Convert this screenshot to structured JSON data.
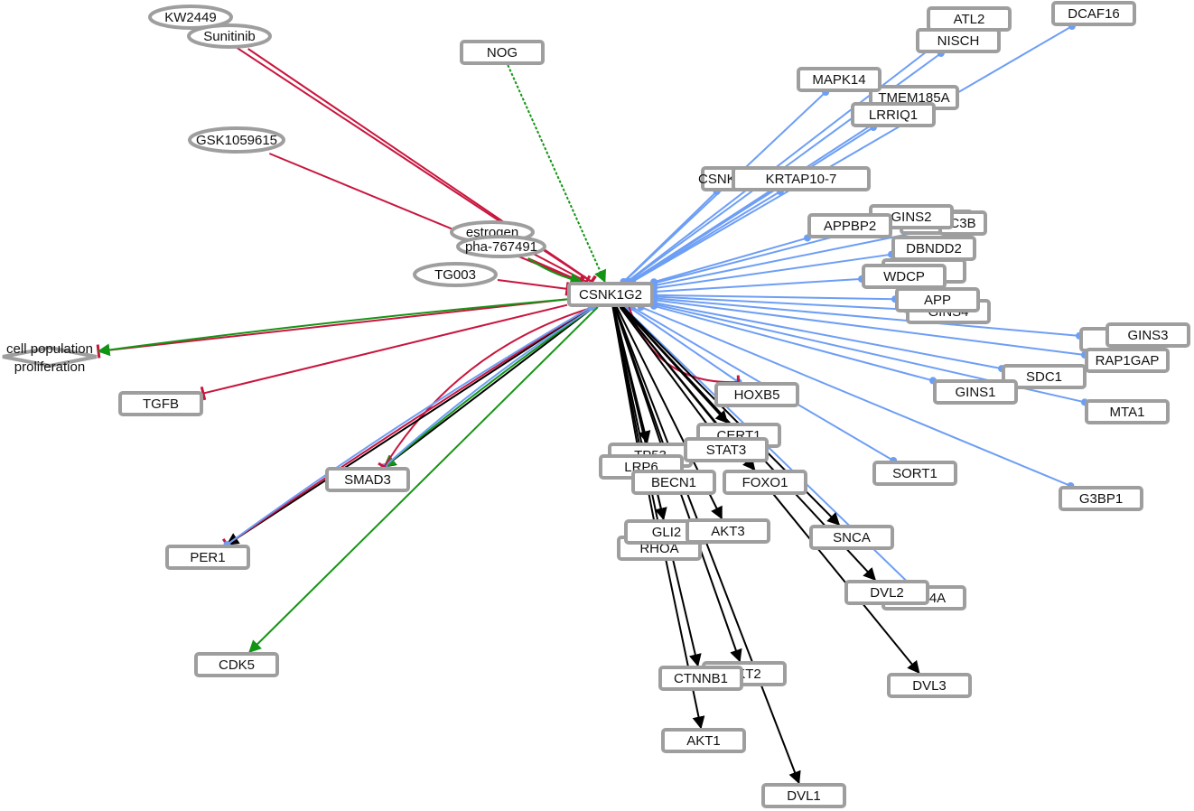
{
  "colors": {
    "inhibit": "#c8163e",
    "activate": "#149414",
    "binding": "#6d9ef5",
    "regulate": "#000000",
    "node_border": "#9e9e9e"
  },
  "network": {
    "nodes": [
      {
        "id": "CSNK1G2",
        "label": "CSNK1G2",
        "shape": "rect"
      },
      {
        "id": "KW2449",
        "label": "KW2449",
        "shape": "ellipse"
      },
      {
        "id": "Sunitinib",
        "label": "Sunitinib",
        "shape": "ellipse"
      },
      {
        "id": "GSK1059615",
        "label": "GSK1059615",
        "shape": "ellipse"
      },
      {
        "id": "estrogen",
        "label": "estrogen",
        "shape": "ellipse"
      },
      {
        "id": "pha767491",
        "label": "pha-767491",
        "shape": "ellipse"
      },
      {
        "id": "TG003",
        "label": "TG003",
        "shape": "ellipse"
      },
      {
        "id": "cellpop",
        "label": "cell population",
        "label2": "proliferation",
        "shape": "diamond"
      },
      {
        "id": "TGFB",
        "label": "TGFB",
        "shape": "rect"
      },
      {
        "id": "NOG",
        "label": "NOG",
        "shape": "rect"
      },
      {
        "id": "SMAD3",
        "label": "SMAD3",
        "shape": "rect"
      },
      {
        "id": "PER1",
        "label": "PER1",
        "shape": "rect"
      },
      {
        "id": "CDK5",
        "label": "CDK5",
        "shape": "rect"
      },
      {
        "id": "ATL2",
        "label": "ATL2",
        "shape": "rect"
      },
      {
        "id": "DCAF16",
        "label": "DCAF16",
        "shape": "rect"
      },
      {
        "id": "NISCH",
        "label": "NISCH",
        "shape": "rect"
      },
      {
        "id": "TMEM185A",
        "label": "TMEM185A",
        "shape": "rect"
      },
      {
        "id": "MAPK14",
        "label": "MAPK14",
        "shape": "rect"
      },
      {
        "id": "LRRIQ1",
        "label": "LRRIQ1",
        "shape": "rect"
      },
      {
        "id": "CSNK1G1",
        "label": "CSNK1G1",
        "shape": "rect"
      },
      {
        "id": "KRTAP10",
        "label": "KRTAP10-7",
        "shape": "rect"
      },
      {
        "id": "GINSC3B",
        "label": "GINS2",
        "shape": "rect",
        "hidden": true
      },
      {
        "id": "C3B",
        "label": "C3B",
        "shape": "rect"
      },
      {
        "id": "GINS2",
        "label": "GINS2",
        "shape": "rect"
      },
      {
        "id": "APPBP2",
        "label": "APPBP2",
        "shape": "rect"
      },
      {
        "id": "DBNDD2",
        "label": "DBNDD2",
        "shape": "rect"
      },
      {
        "id": "WDCPBG",
        "label": "WDCP",
        "shape": "rect",
        "hidden": true
      },
      {
        "id": "WDCP",
        "label": "WDCP",
        "shape": "rect"
      },
      {
        "id": "GINS4",
        "label": "GINS4",
        "shape": "rect"
      },
      {
        "id": "APP",
        "label": "APP",
        "shape": "rect"
      },
      {
        "id": "TM",
        "label": "TM",
        "shape": "rect"
      },
      {
        "id": "GINS3",
        "label": "GINS3",
        "shape": "rect"
      },
      {
        "id": "RAP1GAP",
        "label": "RAP1GAP",
        "shape": "rect"
      },
      {
        "id": "SDC1",
        "label": "SDC1",
        "shape": "rect"
      },
      {
        "id": "GINS1",
        "label": "GINS1",
        "shape": "rect"
      },
      {
        "id": "MTA1",
        "label": "MTA1",
        "shape": "rect"
      },
      {
        "id": "HOXB5",
        "label": "HOXB5",
        "shape": "rect"
      },
      {
        "id": "SORT1",
        "label": "SORT1",
        "shape": "rect"
      },
      {
        "id": "G3BP1",
        "label": "G3BP1",
        "shape": "rect"
      },
      {
        "id": "CERT1",
        "label": "CERT1",
        "shape": "rect"
      },
      {
        "id": "TP53",
        "label": "TP53",
        "shape": "rect"
      },
      {
        "id": "STAT3",
        "label": "STAT3",
        "shape": "rect"
      },
      {
        "id": "LRP6",
        "label": "LRP6",
        "shape": "rect"
      },
      {
        "id": "BECN1",
        "label": "BECN1",
        "shape": "rect"
      },
      {
        "id": "FOXO1",
        "label": "FOXO1",
        "shape": "rect"
      },
      {
        "id": "RHOA",
        "label": "RHOA",
        "shape": "rect"
      },
      {
        "id": "GLI2",
        "label": "GLI2",
        "shape": "rect"
      },
      {
        "id": "AKT3",
        "label": "AKT3",
        "shape": "rect"
      },
      {
        "id": "SNCA",
        "label": "SNCA",
        "shape": "rect"
      },
      {
        "id": "NR14A",
        "label": "NR14A",
        "shape": "rect"
      },
      {
        "id": "DVL2",
        "label": "DVL2",
        "shape": "rect"
      },
      {
        "id": "DVL3",
        "label": "DVL3",
        "shape": "rect"
      },
      {
        "id": "AKT2",
        "label": "AKT2",
        "shape": "rect"
      },
      {
        "id": "CTNNB1",
        "label": "CTNNB1",
        "shape": "rect"
      },
      {
        "id": "AKT1",
        "label": "AKT1",
        "shape": "rect"
      },
      {
        "id": "DVL1",
        "label": "DVL1",
        "shape": "rect"
      }
    ],
    "edges": [
      {
        "from": "KW2449",
        "to": "CSNK1G2",
        "type": "inhibit"
      },
      {
        "from": "Sunitinib",
        "to": "CSNK1G2",
        "type": "inhibit"
      },
      {
        "from": "GSK1059615",
        "to": "CSNK1G2",
        "type": "inhibit"
      },
      {
        "from": "estrogen",
        "to": "CSNK1G2",
        "type": "inhibit"
      },
      {
        "from": "pha767491",
        "to": "CSNK1G2",
        "type": "inhibit"
      },
      {
        "from": "pha767491",
        "to": "CSNK1G2",
        "type": "activate"
      },
      {
        "from": "TG003",
        "to": "CSNK1G2",
        "type": "inhibit"
      },
      {
        "from": "NOG",
        "to": "CSNK1G2",
        "type": "activate-dashed"
      },
      {
        "from": "CSNK1G2",
        "to": "cellpop",
        "type": "inhibit"
      },
      {
        "from": "CSNK1G2",
        "to": "cellpop",
        "type": "activate"
      },
      {
        "from": "CSNK1G2",
        "to": "TGFB",
        "type": "inhibit"
      },
      {
        "from": "CSNK1G2",
        "to": "SMAD3",
        "type": "regulate"
      },
      {
        "from": "CSNK1G2",
        "to": "SMAD3",
        "type": "activate"
      },
      {
        "from": "CSNK1G2",
        "to": "SMAD3",
        "type": "binding"
      },
      {
        "from": "CSNK1G2",
        "to": "SMAD3",
        "type": "inhibit-curve"
      },
      {
        "from": "CSNK1G2",
        "to": "PER1",
        "type": "regulate"
      },
      {
        "from": "CSNK1G2",
        "to": "PER1",
        "type": "inhibit"
      },
      {
        "from": "CSNK1G2",
        "to": "PER1",
        "type": "binding"
      },
      {
        "from": "CSNK1G2",
        "to": "CDK5",
        "type": "activate"
      },
      {
        "from": "CSNK1G2",
        "to": "ATL2",
        "type": "binding"
      },
      {
        "from": "CSNK1G2",
        "to": "DCAF16",
        "type": "binding"
      },
      {
        "from": "CSNK1G2",
        "to": "NISCH",
        "type": "binding"
      },
      {
        "from": "CSNK1G2",
        "to": "TMEM185A",
        "type": "binding"
      },
      {
        "from": "CSNK1G2",
        "to": "MAPK14",
        "type": "binding"
      },
      {
        "from": "CSNK1G2",
        "to": "LRRIQ1",
        "type": "binding"
      },
      {
        "from": "CSNK1G2",
        "to": "CSNK1G1",
        "type": "binding"
      },
      {
        "from": "CSNK1G2",
        "to": "KRTAP10",
        "type": "binding"
      },
      {
        "from": "CSNK1G2",
        "to": "APPBP2",
        "type": "binding"
      },
      {
        "from": "CSNK1G2",
        "to": "GINS2",
        "type": "binding"
      },
      {
        "from": "CSNK1G2",
        "to": "C3B",
        "type": "binding"
      },
      {
        "from": "CSNK1G2",
        "to": "DBNDD2",
        "type": "binding"
      },
      {
        "from": "CSNK1G2",
        "to": "WDCP",
        "type": "binding"
      },
      {
        "from": "CSNK1G2",
        "to": "APP",
        "type": "binding"
      },
      {
        "from": "CSNK1G2",
        "to": "GINS4",
        "type": "binding"
      },
      {
        "from": "CSNK1G2",
        "to": "TM",
        "type": "binding"
      },
      {
        "from": "CSNK1G2",
        "to": "RAP1GAP",
        "type": "binding"
      },
      {
        "from": "CSNK1G2",
        "to": "SDC1",
        "type": "binding"
      },
      {
        "from": "CSNK1G2",
        "to": "GINS1",
        "type": "binding"
      },
      {
        "from": "CSNK1G2",
        "to": "MTA1",
        "type": "binding"
      },
      {
        "from": "CSNK1G2",
        "to": "HOXB5",
        "type": "binding"
      },
      {
        "from": "CSNK1G2",
        "to": "SORT1",
        "type": "binding"
      },
      {
        "from": "CSNK1G2",
        "to": "G3BP1",
        "type": "binding"
      },
      {
        "from": "CSNK1G2",
        "to": "NR14A",
        "type": "binding"
      },
      {
        "from": "CSNK1G2",
        "to": "HOXB5",
        "type": "inhibit-curve"
      },
      {
        "from": "CSNK1G2",
        "to": "CERT1",
        "type": "regulate"
      },
      {
        "from": "CSNK1G2",
        "to": "TP53",
        "type": "regulate"
      },
      {
        "from": "CSNK1G2",
        "to": "STAT3",
        "type": "regulate"
      },
      {
        "from": "CSNK1G2",
        "to": "LRP6",
        "type": "regulate"
      },
      {
        "from": "CSNK1G2",
        "to": "BECN1",
        "type": "regulate"
      },
      {
        "from": "CSNK1G2",
        "to": "FOXO1",
        "type": "regulate"
      },
      {
        "from": "CSNK1G2",
        "to": "RHOA",
        "type": "regulate"
      },
      {
        "from": "CSNK1G2",
        "to": "GLI2",
        "type": "regulate"
      },
      {
        "from": "CSNK1G2",
        "to": "AKT3",
        "type": "regulate"
      },
      {
        "from": "CSNK1G2",
        "to": "SNCA",
        "type": "regulate"
      },
      {
        "from": "CSNK1G2",
        "to": "DVL2",
        "type": "regulate"
      },
      {
        "from": "CSNK1G2",
        "to": "DVL3",
        "type": "regulate"
      },
      {
        "from": "CSNK1G2",
        "to": "AKT2",
        "type": "regulate"
      },
      {
        "from": "CSNK1G2",
        "to": "CTNNB1",
        "type": "regulate"
      },
      {
        "from": "CSNK1G2",
        "to": "AKT1",
        "type": "regulate"
      },
      {
        "from": "CSNK1G2",
        "to": "DVL1",
        "type": "regulate"
      }
    ]
  }
}
